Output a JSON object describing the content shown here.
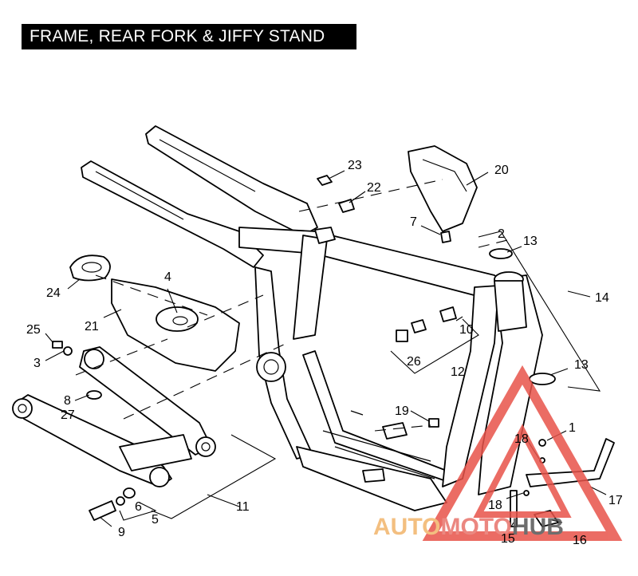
{
  "title": "FRAME, REAR FORK & JIFFY STAND",
  "watermark": {
    "text_a": "AUTO",
    "text_b": "MOTO",
    "text_c": "HUB",
    "color_a": "#f2b56b",
    "color_b": "#e8736a",
    "color_c": "#555555",
    "triangle_color": "#e8534a"
  },
  "callouts": {
    "c1": "1",
    "c2": "2",
    "c3": "3",
    "c4": "4",
    "c5": "5",
    "c6": "6",
    "c7": "7",
    "c8": "8",
    "c9": "9",
    "c10": "10",
    "c11": "11",
    "c12": "12",
    "c13a": "13",
    "c13b": "13",
    "c14": "14",
    "c15": "15",
    "c16": "16",
    "c17": "17",
    "c18a": "18",
    "c18b": "18",
    "c19": "19",
    "c20": "20",
    "c21": "21",
    "c22": "22",
    "c23": "23",
    "c24": "24",
    "c25": "25",
    "c26": "26",
    "c27": "27"
  }
}
